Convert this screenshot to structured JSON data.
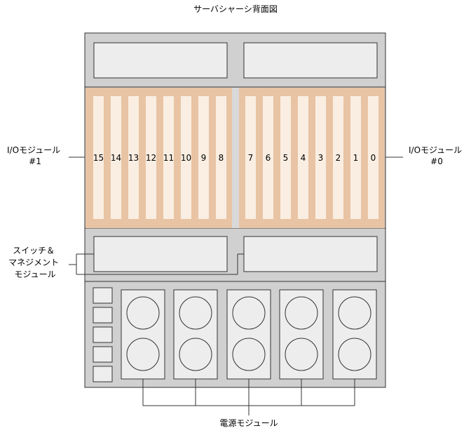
{
  "title": "サーバシャーシ背面図",
  "labels": {
    "io_module_1": [
      "I/Oモジュール",
      "#1"
    ],
    "io_module_0": [
      "I/Oモジュール",
      "#0"
    ],
    "switch_mgmt": [
      "スイッチ＆",
      "マネジメント",
      "モジュール"
    ],
    "power_module": "電源モジュール"
  },
  "io_slots": {
    "left": [
      "15",
      "14",
      "13",
      "12",
      "11",
      "10",
      "9",
      "8"
    ],
    "right": [
      "7",
      "6",
      "5",
      "4",
      "3",
      "2",
      "1",
      "0"
    ]
  },
  "colors": {
    "chassis": "#d0d0d0",
    "panel": "#ededed",
    "io_bay": "#e8c4a4",
    "io_slot": "#faeee2",
    "io_divider": "#d9d9d9",
    "stroke": "#333333"
  },
  "power_supplies": 5,
  "small_slots": 5
}
